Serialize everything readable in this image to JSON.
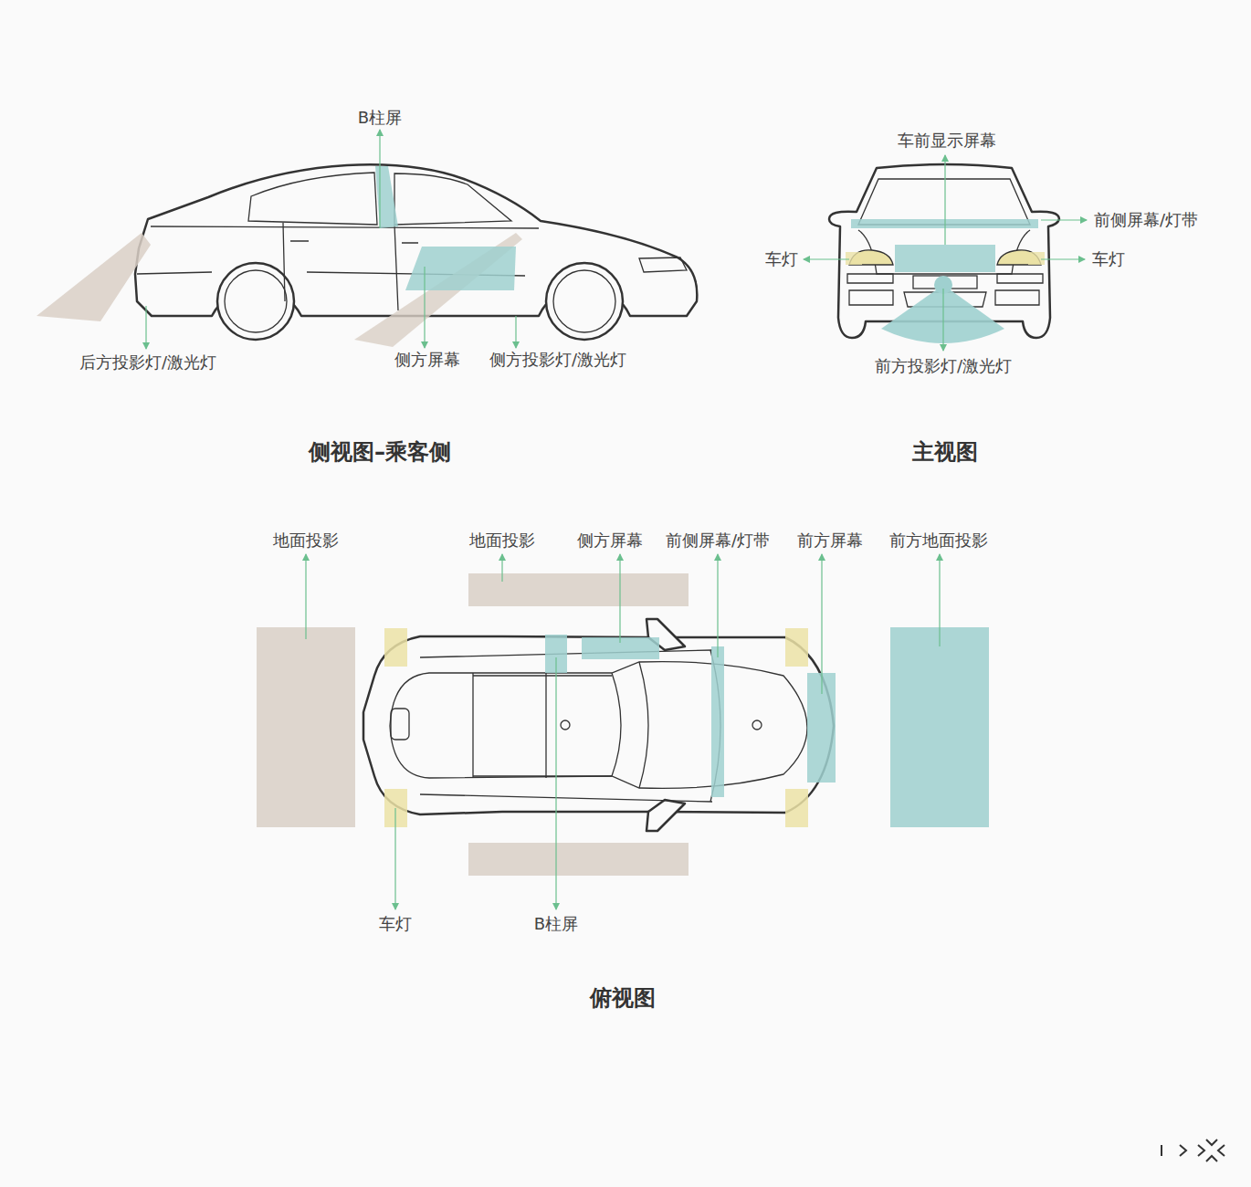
{
  "diagram": {
    "labels": [
      "B柱屏",
      "后方投影灯/激光灯",
      "侧方屏幕",
      "侧方投影灯/激光灯",
      "侧视图–乘客侧",
      "车前显示屏幕",
      "前侧屏幕/灯带",
      "车灯",
      "车灯",
      "前方投影灯/激光灯",
      "主视图",
      "地面投影",
      "地面投影",
      "侧方屏幕",
      "前侧屏幕/灯带",
      "前方屏幕",
      "前方地面投影",
      "车灯",
      "B柱屏",
      "俯视图"
    ]
  }
}
